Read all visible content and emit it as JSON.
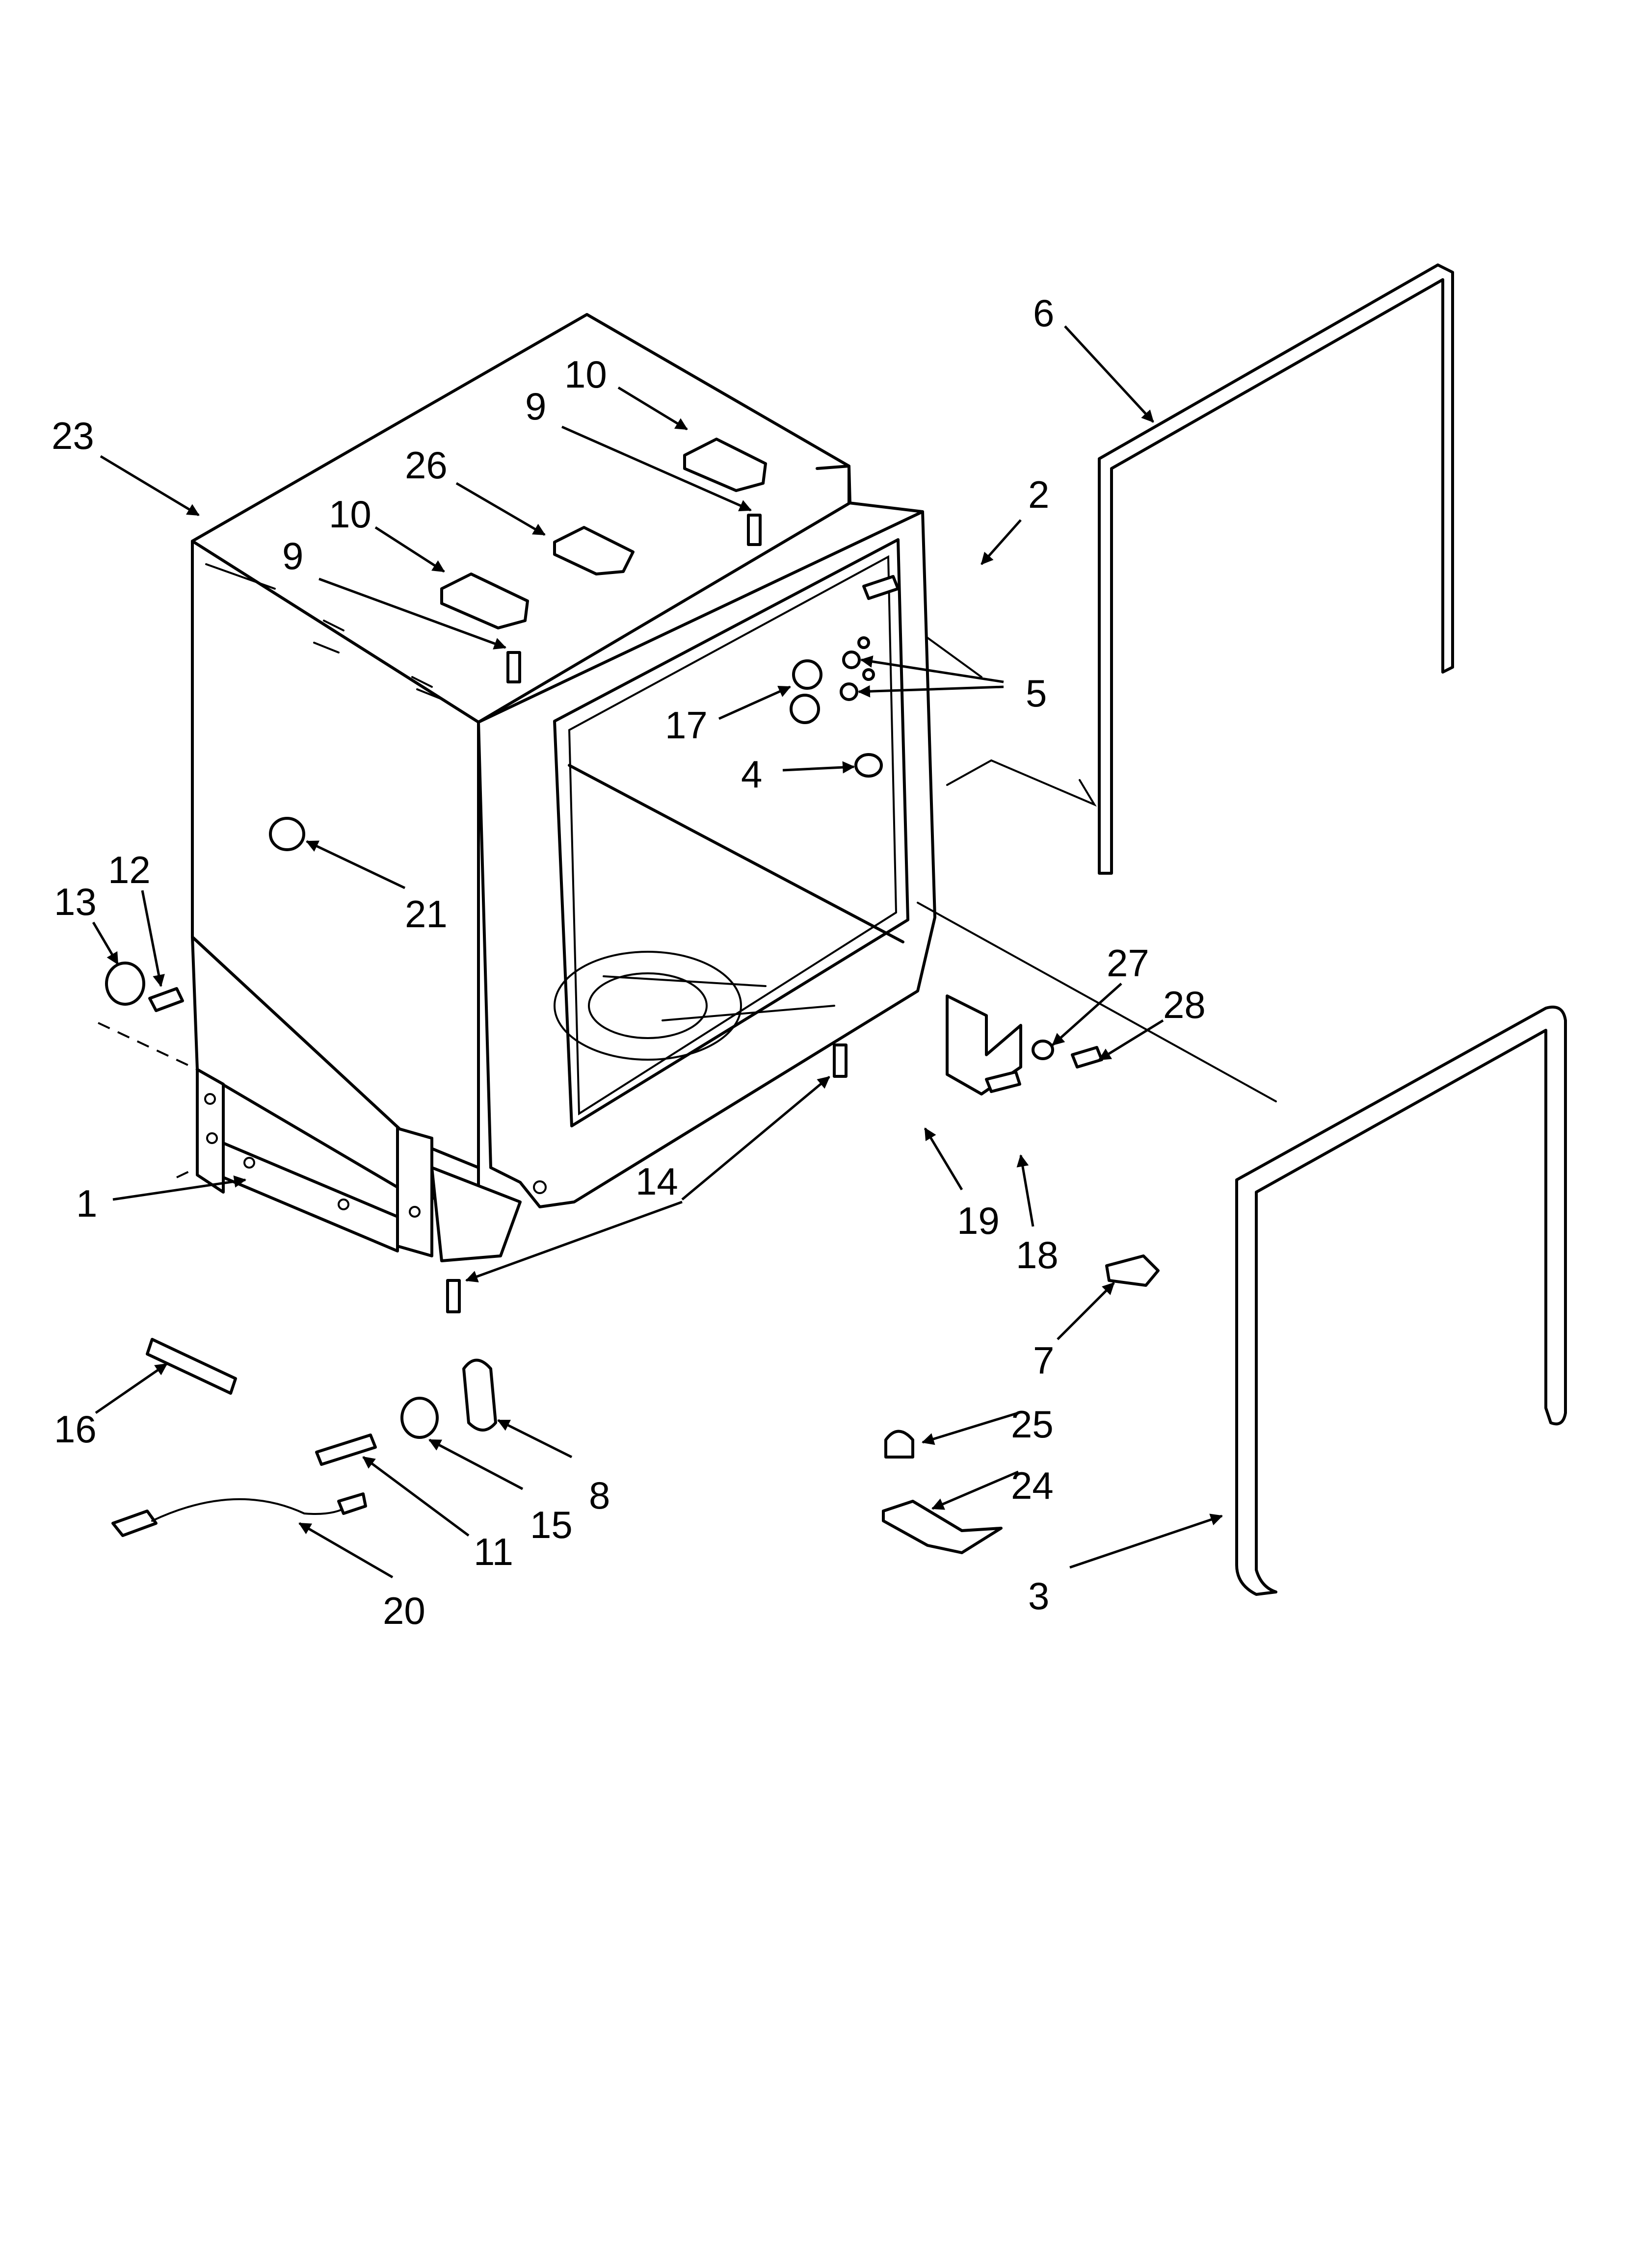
{
  "diagram": {
    "callouts": [
      "23",
      "10",
      "9",
      "26",
      "10",
      "9",
      "6",
      "2",
      "5",
      "17",
      "4",
      "21",
      "12",
      "13",
      "27",
      "28",
      "1",
      "14",
      "19",
      "18",
      "7",
      "16",
      "8",
      "25",
      "24",
      "15",
      "11",
      "3",
      "20"
    ]
  }
}
